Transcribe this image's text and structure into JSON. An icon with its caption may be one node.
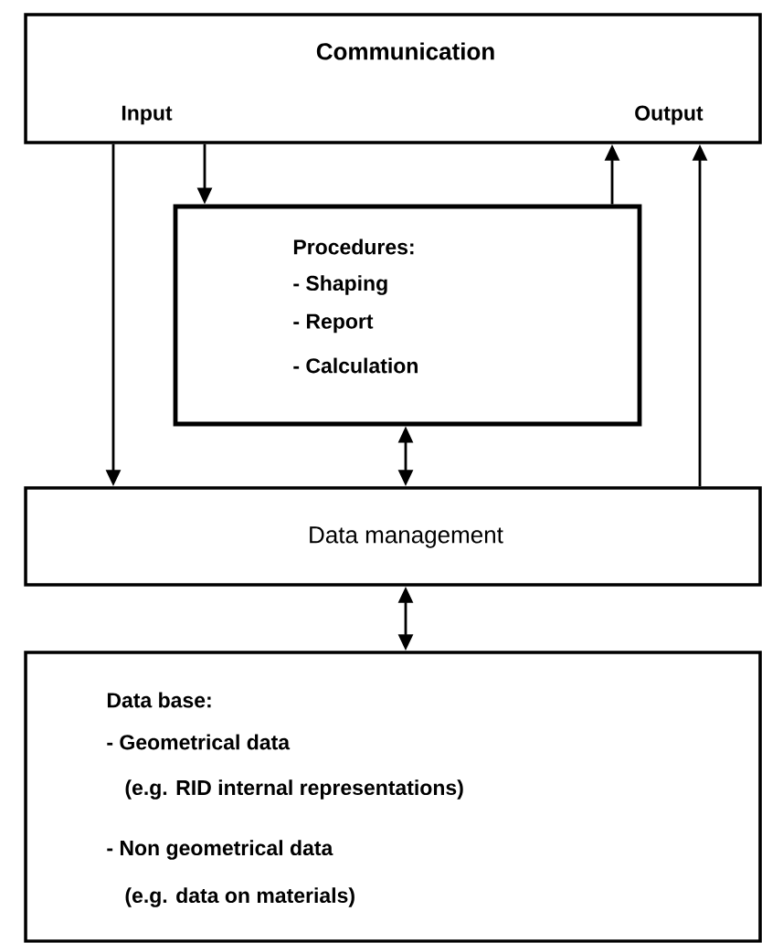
{
  "diagram": {
    "nodes": [
      {
        "text": [
          "Communication"
        ]
      },
      {
        "text": [
          "Procedures:",
          "- Shaping",
          "- Report",
          "- Calculation"
        ]
      },
      {
        "text": [
          "Data management"
        ]
      },
      {
        "text": [
          "Data base:",
          "- Geometrical data",
          "(e.g. RID internal representations)",
          "- Non geometrical data",
          "(e.g. data on materials)"
        ]
      }
    ],
    "edges": [
      {
        "from": 0,
        "to": 1,
        "arrow": "to"
      },
      {
        "from": 1,
        "to": 0,
        "arrow": "to"
      },
      {
        "from": 0,
        "to": 2,
        "arrow": "to"
      },
      {
        "from": 2,
        "to": 0,
        "arrow": "to"
      },
      {
        "from": 1,
        "to": 2,
        "arrow": "both"
      },
      {
        "from": 2,
        "to": 3,
        "arrow": "both"
      }
    ],
    "labels": [
      "Input",
      "Output"
    ]
  }
}
